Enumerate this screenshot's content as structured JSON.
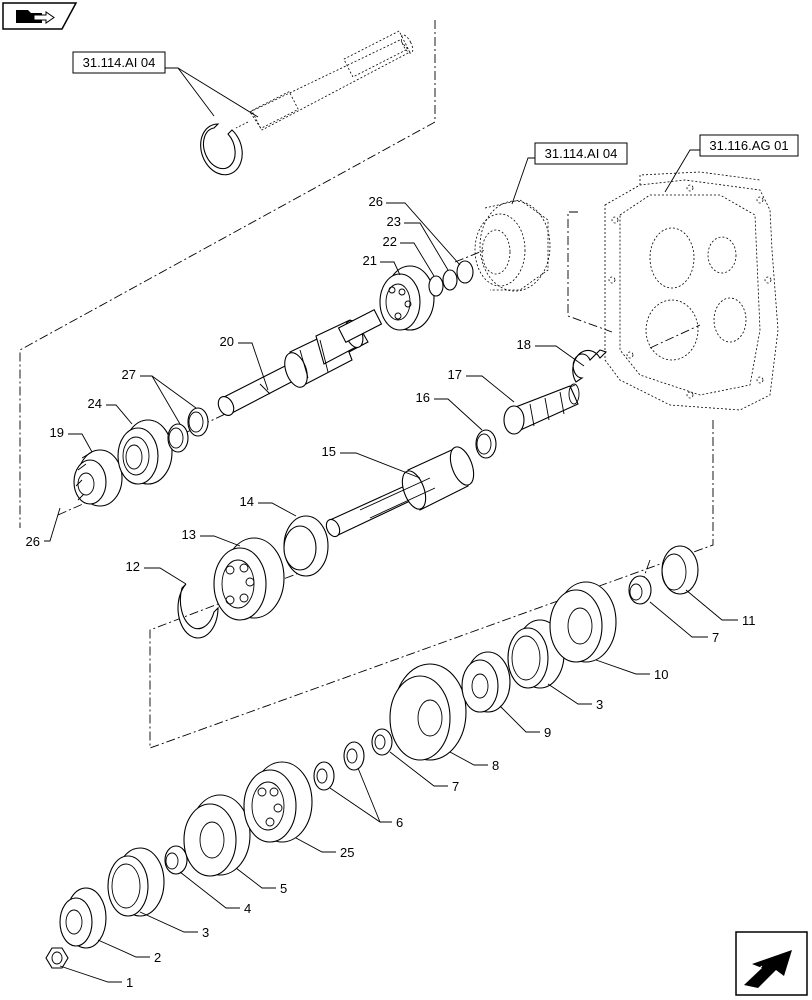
{
  "references": {
    "top_left": "31.114.AI 04",
    "middle": "31.114.AI 04",
    "right": "31.116.AG 01"
  },
  "callouts": {
    "c1": "1",
    "c2": "2",
    "c3a": "3",
    "c3b": "3",
    "c4": "4",
    "c5": "5",
    "c6": "6",
    "c7a": "7",
    "c7b": "7",
    "c8": "8",
    "c9": "9",
    "c10": "10",
    "c11": "11",
    "c12": "12",
    "c13": "13",
    "c14": "14",
    "c15": "15",
    "c16": "16",
    "c17": "17",
    "c18": "18",
    "c19": "19",
    "c20": "20",
    "c21": "21",
    "c22": "22",
    "c23": "23",
    "c24": "24",
    "c25": "25",
    "c26a": "26",
    "c26b": "26",
    "c27": "27"
  },
  "icons": {
    "top_left": "folder-arrow-icon",
    "bottom_right": "next-page-arrow-icon"
  }
}
